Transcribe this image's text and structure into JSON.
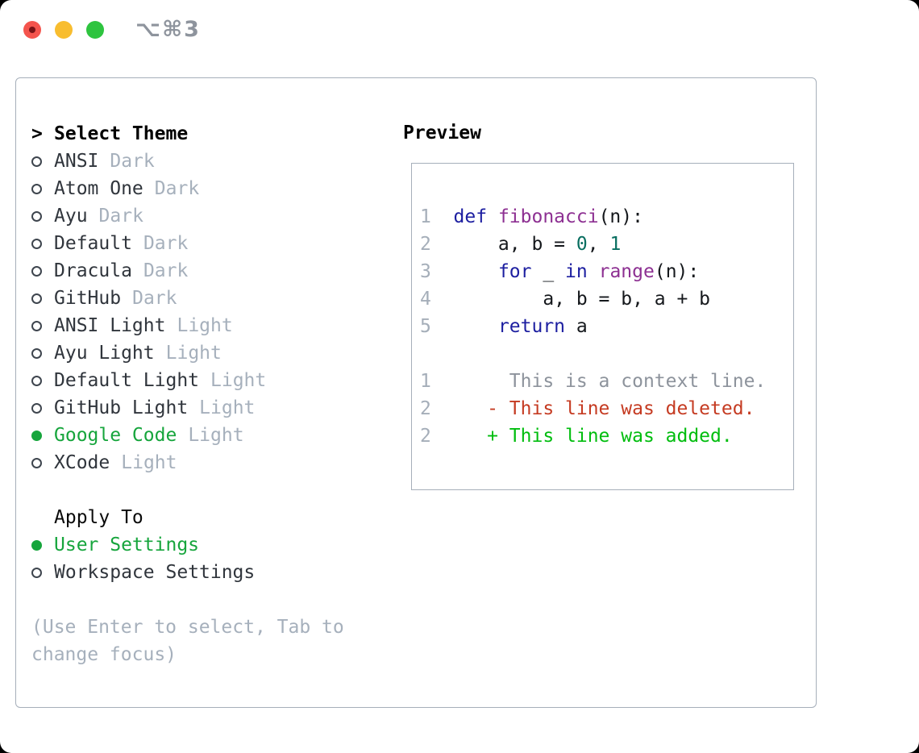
{
  "titlebar": {
    "title": "⌥⌘3"
  },
  "left": {
    "header_marker": ">",
    "header": "Select Theme",
    "themes": [
      {
        "name": "ANSI",
        "variant": "Dark",
        "selected": false
      },
      {
        "name": "Atom One",
        "variant": "Dark",
        "selected": false
      },
      {
        "name": "Ayu",
        "variant": "Dark",
        "selected": false
      },
      {
        "name": "Default",
        "variant": "Dark",
        "selected": false
      },
      {
        "name": "Dracula",
        "variant": "Dark",
        "selected": false
      },
      {
        "name": "GitHub",
        "variant": "Dark",
        "selected": false
      },
      {
        "name": "ANSI Light",
        "variant": "Light",
        "selected": false
      },
      {
        "name": "Ayu Light",
        "variant": "Light",
        "selected": false
      },
      {
        "name": "Default Light",
        "variant": "Light",
        "selected": false
      },
      {
        "name": "GitHub Light",
        "variant": "Light",
        "selected": false
      },
      {
        "name": "Google Code",
        "variant": "Light",
        "selected": true
      },
      {
        "name": "XCode",
        "variant": "Light",
        "selected": false
      }
    ],
    "apply_header": "Apply To",
    "apply_options": [
      {
        "name": "User Settings",
        "selected": true
      },
      {
        "name": "Workspace Settings",
        "selected": false
      }
    ],
    "hint1": "(Use Enter to select, Tab to",
    "hint2": "change focus)"
  },
  "preview": {
    "header": "Preview",
    "code": {
      "line1": {
        "num": "1  ",
        "k1": "def ",
        "fn": "fibonacci",
        "p1": "(n):"
      },
      "line2": {
        "num": "2  ",
        "p1": "    a, b = ",
        "l1": "0",
        "p2": ", ",
        "l2": "1"
      },
      "line3": {
        "num": "3  ",
        "p1": "    ",
        "k1": "for",
        "p2": " _ ",
        "k2": "in",
        "p3": " ",
        "fn": "range",
        "p4": "(n):"
      },
      "line4": {
        "num": "4  ",
        "p1": "        a, b = b, a + b"
      },
      "line5": {
        "num": "5  ",
        "p1": "    ",
        "k1": "return",
        "p2": " a"
      }
    },
    "diff": {
      "context": {
        "num": "1  ",
        "text": "     This is a context line."
      },
      "deleted": {
        "num": "2  ",
        "text": "   - This line was deleted."
      },
      "added": {
        "num": "2  ",
        "text": "   + This line was added."
      }
    }
  },
  "colors": {
    "selection_green": "#16a53c",
    "added_green": "#00bd0e",
    "deleted_red": "#c53b22",
    "keyword_blue": "#1c1ea0",
    "function_purple": "#8d3092",
    "literal_teal": "#086e60",
    "muted_gray": "#a6b0bc",
    "border_gray": "#a6afba",
    "traffic_red": "#f4544d",
    "traffic_yellow": "#f8bd2f",
    "traffic_green": "#2ec43f"
  }
}
